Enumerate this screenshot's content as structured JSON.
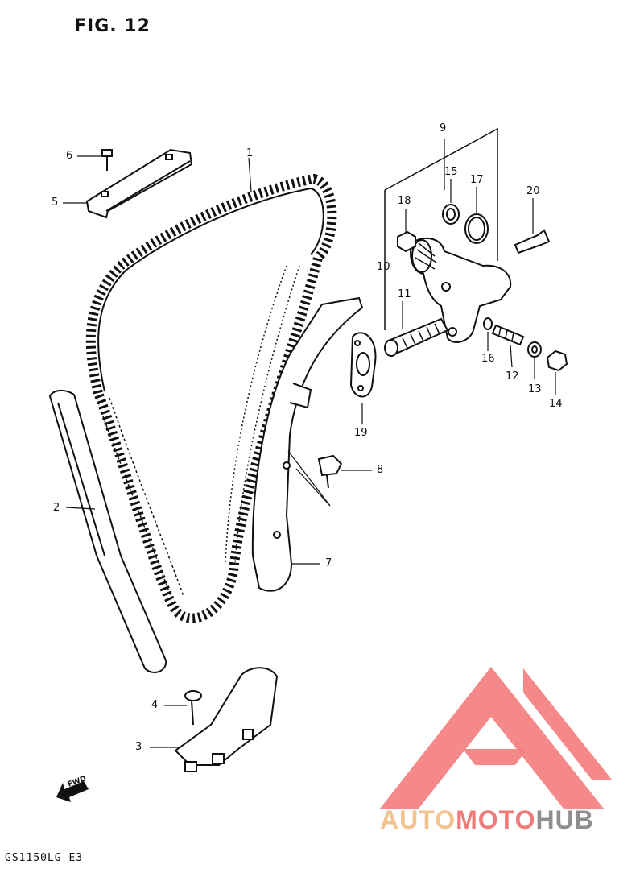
{
  "figure": {
    "title": "FIG. 12",
    "model_code": "GS1150LG E3",
    "fwd_label": "FWD"
  },
  "parts": {
    "p1": "1",
    "p2": "2",
    "p3": "3",
    "p4": "4",
    "p5": "5",
    "p6": "6",
    "p7": "7",
    "p8": "8",
    "p9": "9",
    "p10": "10",
    "p11": "11",
    "p12": "12",
    "p13": "13",
    "p14": "14",
    "p15": "15",
    "p16": "16",
    "p17": "17",
    "p18": "18",
    "p19": "19",
    "p20": "20"
  },
  "watermark": {
    "part1": "AUTO",
    "part2": "MOTO",
    "part3": "HUB",
    "colors": {
      "auto": "#f2c28f",
      "moto": "#f07a7a",
      "hub": "#8e8e8e",
      "logo": "#f47c7c"
    }
  }
}
